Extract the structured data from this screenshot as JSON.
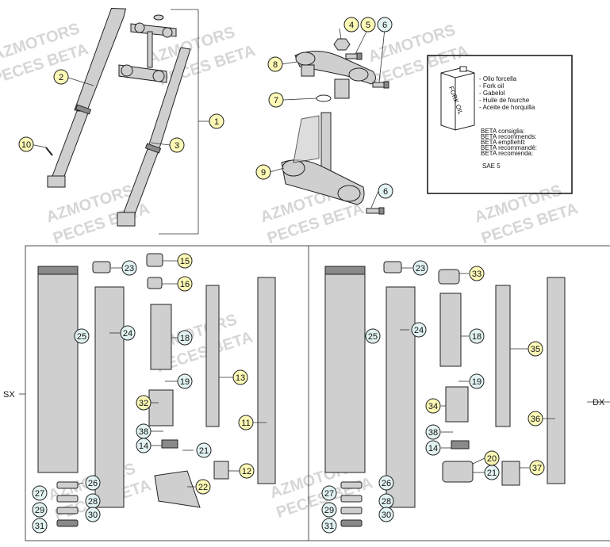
{
  "watermarks": [
    {
      "line1": "AZMOTORS",
      "line2": "PECES BETA"
    },
    {
      "line1": "AZMOTORS",
      "line2": "PECES BETA"
    },
    {
      "line1": "AZMOTORS",
      "line2": "PECES BETA"
    },
    {
      "line1": "AZMOTORS",
      "line2": "PECES BETA"
    },
    {
      "line1": "AZMOTORS",
      "line2": "PECES BETA"
    },
    {
      "line1": "AZMOTORS",
      "line2": "PECES BETA"
    },
    {
      "line1": "AZMOTORS",
      "line2": "PECES BETA"
    },
    {
      "line1": "AZMOTORS",
      "line2": "PECES BETA"
    },
    {
      "line1": "AZMOTORS",
      "line2": "PECES BETA"
    }
  ],
  "oil_box": {
    "can_label": "FORK OIL",
    "names": [
      "- Olio forcella",
      "- Fork oil",
      "- Gabelol",
      "- Huile de fourche",
      "- Aceite de horquilla"
    ],
    "recommend": [
      "BETA consiglia:",
      "BETA recommends:",
      "BETA empfiehlt:",
      "BETA recommandé:",
      "BETA recomienda:"
    ],
    "grade": "SAE 5"
  },
  "sides": {
    "left": "SX",
    "right": "DX"
  },
  "callouts": {
    "c1": "1",
    "c2": "2",
    "c3": "3",
    "c4": "4",
    "c5": "5",
    "c6a": "6",
    "c6b": "6",
    "c7": "7",
    "c8": "8",
    "c9": "9",
    "c10": "10",
    "l11": "11",
    "l12": "12",
    "l13": "13",
    "l14": "14",
    "l15": "15",
    "l16": "16",
    "l18": "18",
    "l19": "19",
    "l21": "21",
    "l22": "22",
    "l23": "23",
    "l24": "24",
    "l25": "25",
    "l26": "26",
    "l27": "27",
    "l28": "28",
    "l29": "29",
    "l30": "30",
    "l31": "31",
    "l32": "32",
    "l38": "38",
    "r14": "14",
    "r18": "18",
    "r19": "19",
    "r20": "20",
    "r21": "21",
    "r23": "23",
    "r24": "24",
    "r25": "25",
    "r26": "26",
    "r27": "27",
    "r28": "28",
    "r29": "29",
    "r30": "30",
    "r31": "31",
    "r33": "33",
    "r34": "34",
    "r35": "35",
    "r36": "36",
    "r37": "37",
    "r38": "38"
  }
}
